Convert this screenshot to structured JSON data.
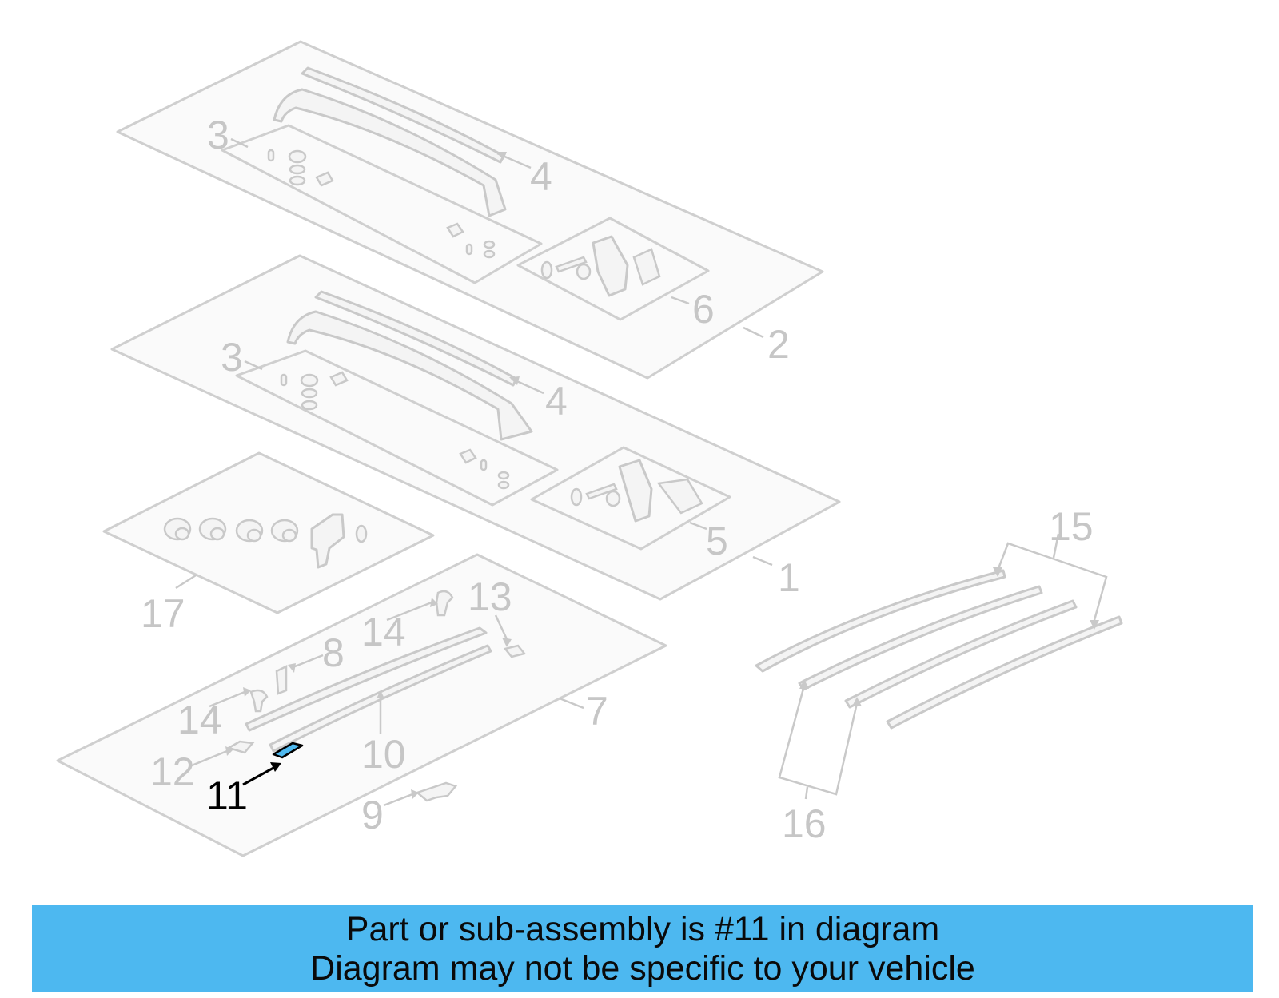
{
  "diagram": {
    "highlight_color": "#4fb9ef",
    "line_color": "#c9c9c9",
    "callouts": [
      {
        "id": "c3a",
        "text": "3"
      },
      {
        "id": "c4a",
        "text": "4"
      },
      {
        "id": "c6",
        "text": "6"
      },
      {
        "id": "c2",
        "text": "2"
      },
      {
        "id": "c3b",
        "text": "3"
      },
      {
        "id": "c4b",
        "text": "4"
      },
      {
        "id": "c5",
        "text": "5"
      },
      {
        "id": "c1",
        "text": "1"
      },
      {
        "id": "c17",
        "text": "17"
      },
      {
        "id": "c13",
        "text": "13"
      },
      {
        "id": "c14a",
        "text": "14"
      },
      {
        "id": "c8",
        "text": "8"
      },
      {
        "id": "c14b",
        "text": "14"
      },
      {
        "id": "c7",
        "text": "7"
      },
      {
        "id": "c10",
        "text": "10"
      },
      {
        "id": "c12",
        "text": "12"
      },
      {
        "id": "c11",
        "text": "11"
      },
      {
        "id": "c9",
        "text": "9"
      },
      {
        "id": "c15",
        "text": "15"
      },
      {
        "id": "c16",
        "text": "16"
      }
    ],
    "highlighted_part": "11"
  },
  "banner": {
    "background": "#4db8f0",
    "line1": "Part or sub-assembly is #11 in diagram",
    "line2": "Diagram may not be specific to your vehicle"
  }
}
